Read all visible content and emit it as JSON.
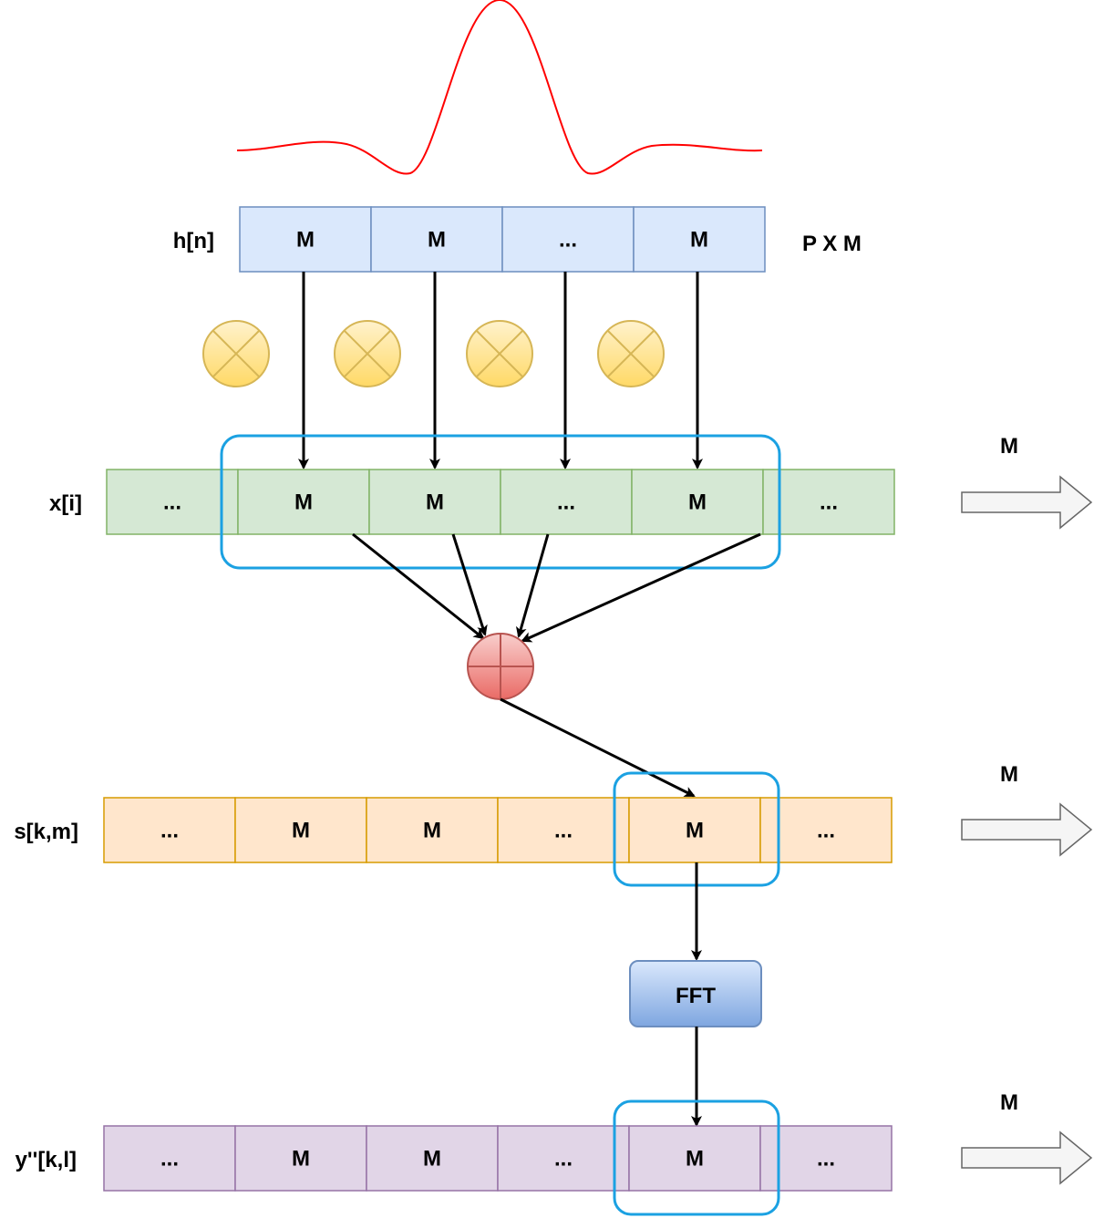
{
  "h_row": {
    "label": "h[n]",
    "cells": [
      "M",
      "M",
      "...",
      "M"
    ],
    "size_label": "P X M",
    "fill": "#dae8fc",
    "stroke": "#6c8ebf"
  },
  "x_row": {
    "label": "x[i]",
    "cells": [
      "...",
      "M",
      "M",
      "...",
      "M",
      "..."
    ],
    "fill": "#d5e8d4",
    "stroke": "#82b366",
    "shift_label": "M"
  },
  "s_row": {
    "label": "s[k,m]",
    "cells": [
      "...",
      "M",
      "M",
      "...",
      "M",
      "..."
    ],
    "fill": "#ffe6cc",
    "stroke": "#d79b00",
    "shift_label": "M"
  },
  "y_row": {
    "label": "y''[k,l]",
    "cells": [
      "...",
      "M",
      "M",
      "...",
      "M",
      "..."
    ],
    "fill": "#e1d5e7",
    "stroke": "#9673a6",
    "shift_label": "M"
  },
  "fft": {
    "label": "FFT"
  },
  "colors": {
    "window": "#1ba1e2",
    "sinc": "#ff0000",
    "multiplier": "#ffd966",
    "adder": "#f8cecc"
  },
  "icons": {
    "multiplier": "multiply-circle-icon",
    "adder": "sum-circle-icon",
    "shift": "shift-arrow-icon"
  }
}
